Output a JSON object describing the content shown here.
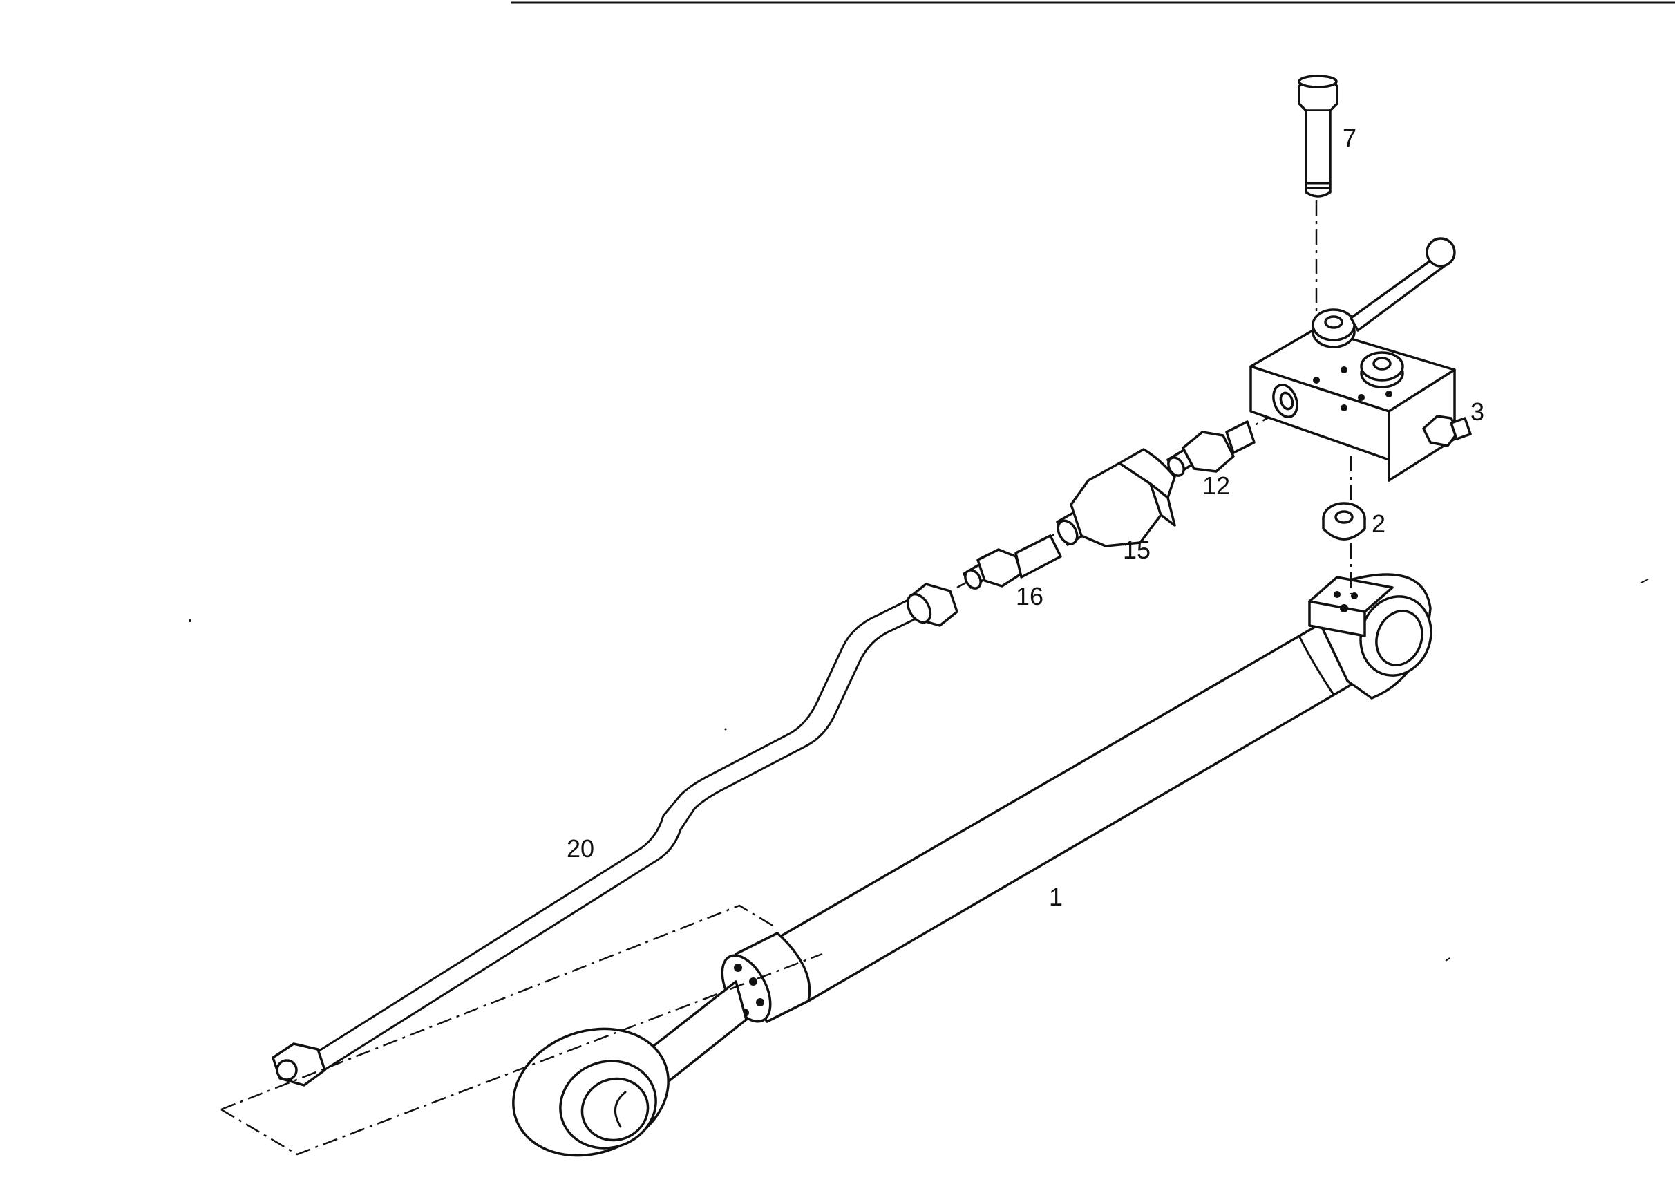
{
  "callouts": {
    "bolt": "7",
    "valve_block": "3",
    "seal_ring": "2",
    "adapter_12": "12",
    "adapter_15": "15",
    "adapter_16": "16",
    "pipe": "20",
    "cylinder": "1"
  },
  "colors": {
    "ink": "#111111",
    "paper": "#ffffff"
  }
}
